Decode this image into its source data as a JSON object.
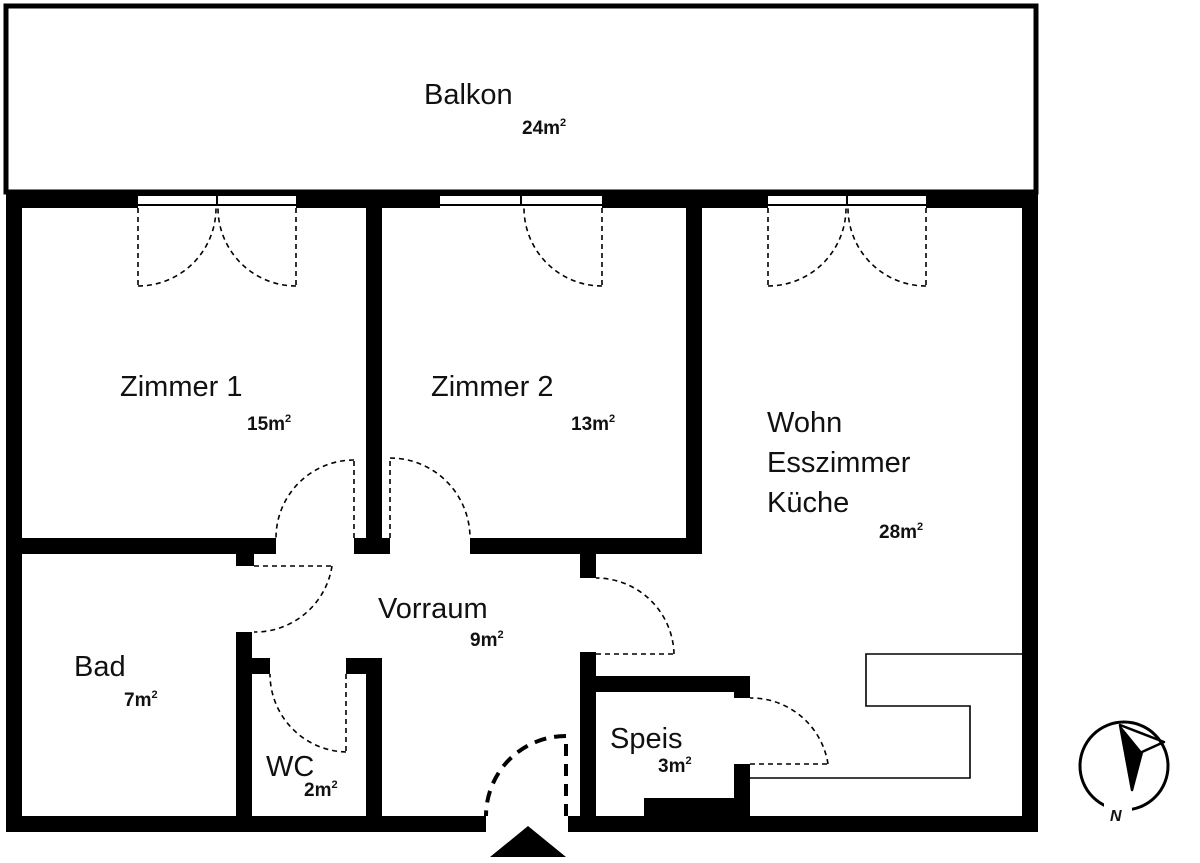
{
  "rooms": {
    "balkon": {
      "name": "Balkon",
      "area": "24m",
      "unit_sup": "2"
    },
    "zimmer1": {
      "name": "Zimmer 1",
      "area": "15m",
      "unit_sup": "2"
    },
    "zimmer2": {
      "name": "Zimmer 2",
      "area": "13m",
      "unit_sup": "2"
    },
    "wohn": {
      "name_lines": [
        "Wohn",
        "Esszimmer",
        "Küche"
      ],
      "area": "28m",
      "unit_sup": "2"
    },
    "vorraum": {
      "name": "Vorraum",
      "area": "9m",
      "unit_sup": "2"
    },
    "bad": {
      "name": "Bad",
      "area": "7m",
      "unit_sup": "2"
    },
    "wc": {
      "name": "WC",
      "area": "2m",
      "unit_sup": "2"
    },
    "speis": {
      "name": "Speis",
      "area": "3m",
      "unit_sup": "2"
    }
  },
  "compass": {
    "label": "N",
    "icon": "north-arrow-icon"
  },
  "entrance": {
    "icon": "entrance-arrow-icon"
  },
  "colors": {
    "wall": "#000000",
    "background": "#ffffff"
  }
}
